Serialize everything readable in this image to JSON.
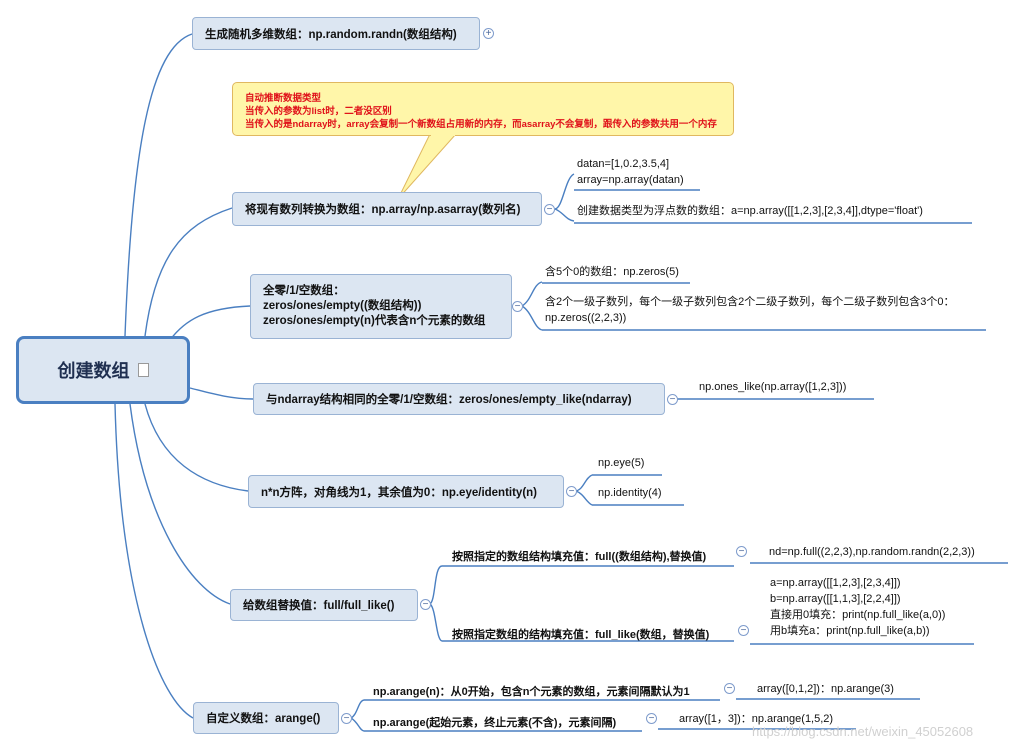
{
  "center": {
    "label": "创建数组"
  },
  "branches": [
    {
      "label": "生成随机多维数组：np.random.randn(数组结构)",
      "toggle": "+"
    },
    {
      "label": "将现有数列转换为数组：np.array/np.asarray(数列名)",
      "toggle": "−",
      "leaves": [
        "datan=[1,0.2,3.5,4]",
        "array=np.array(datan)",
        "创建数据类型为浮点数的数组：a=np.array([[1,2,3],[2,3,4]],dtype='float')"
      ]
    },
    {
      "label_lines": [
        "全零/1/空数组：",
        "zeros/ones/empty((数组结构))",
        "zeros/ones/empty(n)代表含n个元素的数组"
      ],
      "toggle": "−",
      "leaves": [
        "含5个0的数组：np.zeros(5)",
        "含2个一级子数列，每个一级子数列包含2个二级子数列，每个二级子数列包含3个0：",
        "np.zeros((2,2,3))"
      ]
    },
    {
      "label": "与ndarray结构相同的全零/1/空数组：zeros/ones/empty_like(ndarray)",
      "toggle": "−",
      "leaves": [
        "np.ones_like(np.array([1,2,3]))"
      ]
    },
    {
      "label": "n*n方阵，对角线为1，其余值为0：np.eye/identity(n)",
      "toggle": "−",
      "leaves": [
        "np.eye(5)",
        "np.identity(4)"
      ]
    },
    {
      "label": "给数组替换值：full/full_like()",
      "toggle": "−",
      "subs": [
        {
          "label": "按照指定的数组结构填充值：full((数组结构),替换值)",
          "toggle": "−",
          "leaves": [
            "nd=np.full((2,2,3),np.random.randn(2,2,3))"
          ]
        },
        {
          "label": "按照指定数组的结构填充值：full_like(数组，替换值)",
          "toggle": "−",
          "leaves": [
            "a=np.array([[1,2,3],[2,3,4]])",
            "b=np.array([[1,1,3],[2,2,4]])",
            "直接用0填充：print(np.full_like(a,0))",
            "用b填充a：print(np.full_like(a,b))"
          ]
        }
      ]
    },
    {
      "label": "自定义数组：arange()",
      "toggle": "−",
      "subs": [
        {
          "label": "np.arange(n)：从0开始，包含n个元素的数组，元素间隔默认为1",
          "toggle": "−",
          "leaves": [
            "array([0,1,2])：np.arange(3)"
          ]
        },
        {
          "label": "np.arange(起始元素，终止元素(不含)，元素间隔)",
          "toggle": "−",
          "leaves": [
            "array([1，3])：np.arange(1,5,2)"
          ]
        }
      ]
    }
  ],
  "callout": {
    "lines": [
      "自动推断数据类型",
      "当传入的参数为list时，二者没区别",
      "当传入的是ndarray时，array会复制一个新数组占用新的内存，而asarray不会复制，跟传入的参数共用一个内存"
    ]
  },
  "watermark": "https://blog.csdn.net/weixin_45052608",
  "colors": {
    "connector": "#4a7fc1",
    "topic_fill": "#dce6f2",
    "callout_fill": "#fff6a9",
    "callout_text": "#e0121a"
  }
}
